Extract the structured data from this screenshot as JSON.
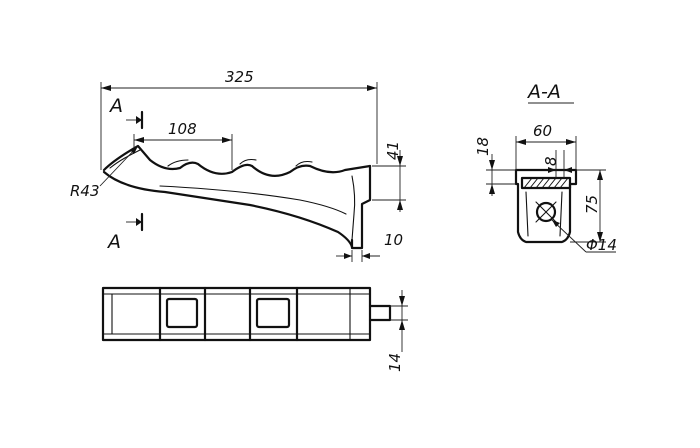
{
  "labels": {
    "overall_length": "325",
    "pitch": "108",
    "height": "41",
    "tail": "10",
    "radius": "R43",
    "section_mark": "A",
    "section_mark_bottom": "A",
    "section_title": "A-A",
    "section_width": "60",
    "section_top": "18",
    "section_slot": "8",
    "section_height": "75",
    "hole_dia": "Φ14",
    "plan_dim": "14"
  }
}
